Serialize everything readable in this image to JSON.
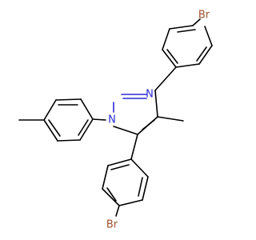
{
  "molecule": {
    "atoms": {
      "br_top": "Br",
      "br_bottom": "Br",
      "n1": "N",
      "n2": "N"
    },
    "colors": {
      "bond": "#000000",
      "bromine": "#a0522d",
      "nitrogen": "#2a2ad6",
      "background": "#ffffff"
    }
  }
}
